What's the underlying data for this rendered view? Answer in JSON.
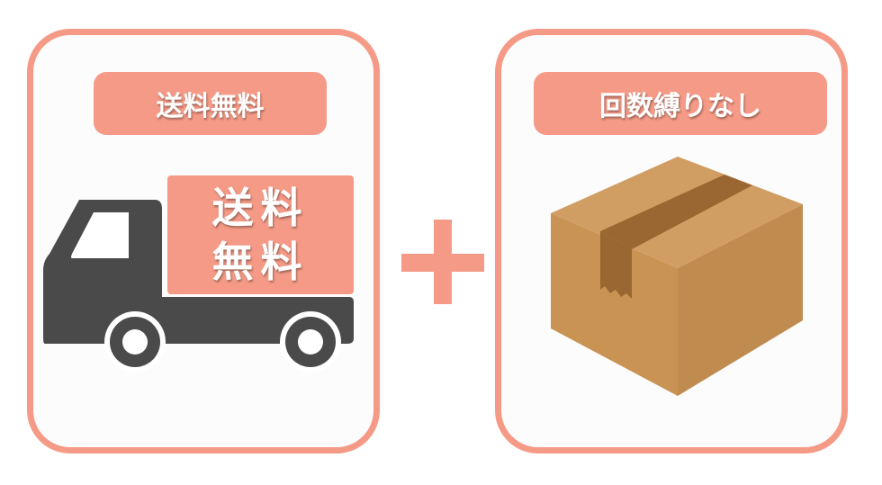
{
  "left_panel": {
    "title": "送料無料",
    "sign_line1": "送料",
    "sign_line2": "無料",
    "icon": "truck-icon"
  },
  "right_panel": {
    "title": "回数縛りなし",
    "icon": "cardboard-box-icon"
  },
  "plus_icon": "plus-icon",
  "colors": {
    "accent": "#f59a86",
    "truck": "#4a4a4a",
    "box_top": "#d09e63",
    "box_left": "#c99354",
    "box_right": "#c08b4f",
    "tape": "#9a6631"
  }
}
